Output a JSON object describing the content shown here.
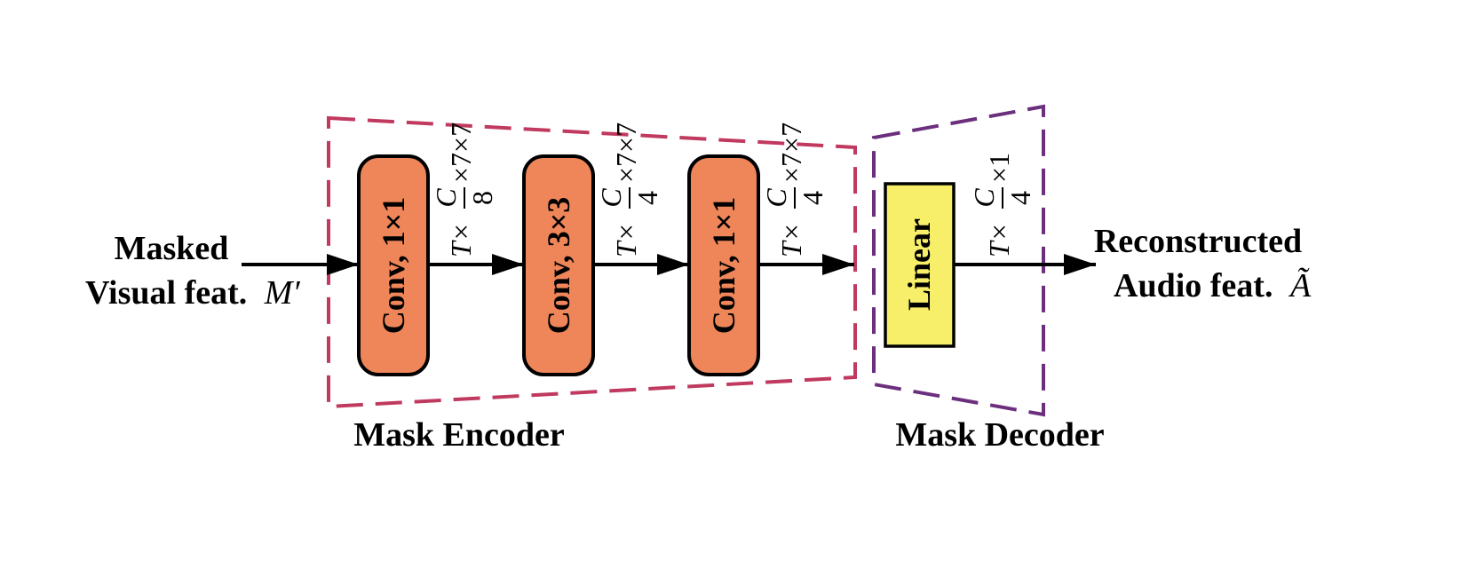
{
  "input_label": {
    "line1": "Masked",
    "line2": "Visual feat.",
    "symbol": "M′"
  },
  "output_label": {
    "line1": "Reconstructed",
    "line2": "Audio feat.",
    "symbol": "Ã"
  },
  "encoder": {
    "title": "Mask Encoder",
    "color": "#c0395e",
    "blocks": [
      {
        "label": "Conv, 1×1",
        "color": "#ef8659"
      },
      {
        "label": "Conv, 3×3",
        "color": "#ef8659"
      },
      {
        "label": "Conv, 1×1",
        "color": "#ef8659"
      }
    ],
    "dims": [
      {
        "prefix": "T×",
        "num": "C",
        "den": "8",
        "suffix": "×7×7"
      },
      {
        "prefix": "T×",
        "num": "C",
        "den": "4",
        "suffix": "×7×7"
      },
      {
        "prefix": "T×",
        "num": "C",
        "den": "4",
        "suffix": "×7×7"
      }
    ]
  },
  "decoder": {
    "title": "Mask Decoder",
    "color": "#6b2f7e",
    "block": {
      "label": "Linear",
      "color": "#f7ef6a"
    },
    "dim": {
      "prefix": "T×",
      "num": "C",
      "den": "4",
      "suffix": "×1"
    }
  }
}
